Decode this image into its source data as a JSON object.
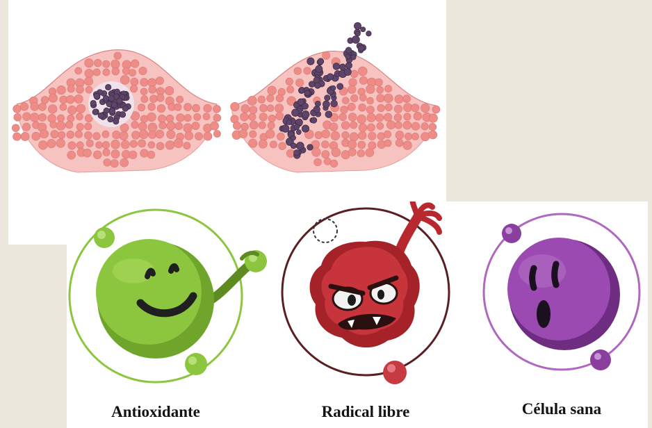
{
  "captions": {
    "antioxidant": "Antioxidante",
    "free_radical": "Radical libre",
    "healthy_cell": "Célula sana"
  },
  "colors": {
    "page_background": "#ece7dc",
    "panel_background": "#ffffff",
    "tissue_pink": "#f0a8a6",
    "tissue_cell": "#ee8c88",
    "tumor_cell": "#5e4468",
    "antioxidant_green": "#76b72a",
    "free_radical_red": "#b8282e",
    "healthy_cell_purple": "#8a3f9e"
  },
  "icons": {
    "tissue_left": "tissue-with-contained-tumor-illustration",
    "tissue_right": "tissue-with-spreading-tumor-illustration",
    "antioxidant": "smiling-green-antioxidant-character",
    "free_radical": "angry-red-free-radical-character",
    "healthy_cell": "surprised-purple-healthy-cell-character"
  }
}
